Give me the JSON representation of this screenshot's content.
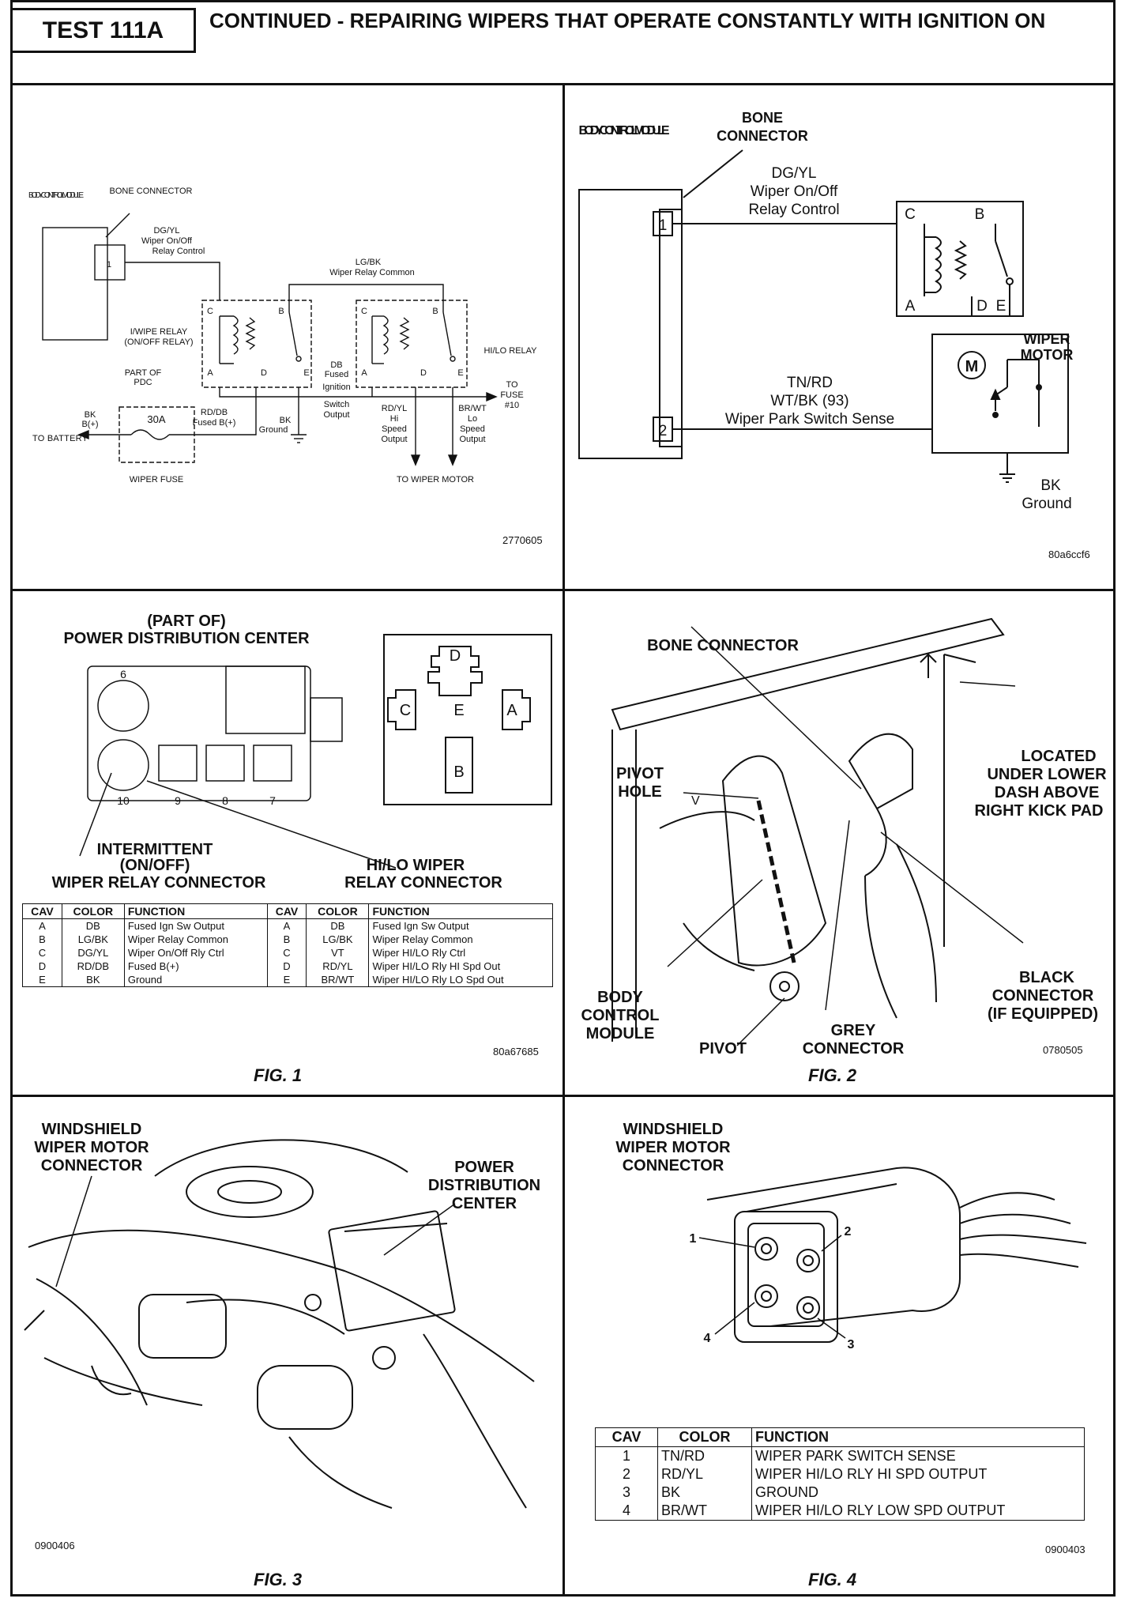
{
  "header": {
    "test_label": "TEST 111A",
    "title": "CONTINUED - REPAIRING WIPERS THAT OPERATE CONSTANTLY WITH IGNITION ON"
  },
  "schematic_left": {
    "labels": {
      "bcm": "BODY CONTROL MODULE",
      "bone_connector": "BONE CONNECTOR",
      "pin1": "1",
      "dgyl": "DG/YL",
      "wiper_onoff": "Wiper On/Off",
      "relay_control": "Relay Control",
      "lgbk": "LG/BK",
      "wiper_relay_common": "Wiper Relay Common",
      "iwipe_relay": "I/WIPE RELAY",
      "onoff_relay": "(ON/OFF RELAY)",
      "hilo_relay": "HI/LO RELAY",
      "part_of": "PART OF",
      "pdc": "PDC",
      "fuse_30a": "30A",
      "bk_plus": "BK",
      "bk_plus2": "B(+)",
      "rddb": "RD/DB",
      "fused_b": "Fused B(+)",
      "to_battery": "TO BATTERY",
      "wiper_fuse": "WIPER FUSE",
      "bk_ground": "BK",
      "ground": "Ground",
      "db": "DB",
      "fused": "Fused",
      "ignition": "Ignition",
      "switch": "Switch",
      "output": "Output",
      "rdyl": "RD/YL",
      "hi": "Hi",
      "speed": "Speed",
      "speed_output": "Output",
      "brwt": "BR/WT",
      "lo": "Lo",
      "to": "TO",
      "fuse": "FUSE",
      "fuse10": "#10",
      "to_wiper_motor": "TO WIPER MOTOR",
      "c": "C",
      "b": "B",
      "a": "A",
      "d": "D",
      "e": "E"
    },
    "code": "2770605"
  },
  "schematic_right": {
    "labels": {
      "bcm": "BODY CONTROL MODULE",
      "bone": "BONE",
      "connector": "CONNECTOR",
      "dgyl": "DG/YL",
      "wiper_onoff": "Wiper On/Off",
      "relay_control": "Relay Control",
      "pin1": "1",
      "pin2": "2",
      "wiper": "WIPER",
      "motor": "MOTOR",
      "m": "M",
      "tnrd": "TN/RD",
      "wtbk": "WT/BK (93)",
      "park_sense": "Wiper Park Switch Sense",
      "bk": "BK",
      "ground": "Ground",
      "c": "C",
      "b": "B",
      "a": "A",
      "d": "D",
      "e": "E"
    },
    "code": "80a6ccf6"
  },
  "fig1": {
    "label": "FIG. 1",
    "code": "80a67685",
    "part_of": "(PART OF)",
    "pdc": "POWER DISTRIBUTION CENTER",
    "intermittent": "INTERMITTENT",
    "onoff": "(ON/OFF)",
    "relay_conn": "WIPER RELAY CONNECTOR",
    "hilo": "HI/LO WIPER",
    "hilo_conn": "RELAY CONNECTOR",
    "slot_10": "10",
    "slot_9": "9",
    "slot_8": "8",
    "slot_7": "7",
    "slot_6": "6",
    "pins": [
      "D",
      "C",
      "E",
      "A",
      "B"
    ],
    "table_headers": [
      "CAV",
      "COLOR",
      "FUNCTION",
      "CAV",
      "COLOR",
      "FUNCTION"
    ],
    "rows": [
      [
        "A",
        "DB",
        "Fused Ign Sw Output",
        "A",
        "DB",
        "Fused Ign Sw Output"
      ],
      [
        "B",
        "LG/BK",
        "Wiper Relay Common",
        "B",
        "LG/BK",
        "Wiper Relay Common"
      ],
      [
        "C",
        "DG/YL",
        "Wiper On/Off Rly Ctrl",
        "C",
        "VT",
        "Wiper HI/LO Rly Ctrl"
      ],
      [
        "D",
        "RD/DB",
        "Fused B(+)",
        "D",
        "RD/YL",
        "Wiper HI/LO Rly HI Spd Out"
      ],
      [
        "E",
        "BK",
        "Ground",
        "E",
        "BR/WT",
        "Wiper HI/LO Rly LO Spd Out"
      ]
    ]
  },
  "fig2": {
    "label": "FIG. 2",
    "code": "0780505",
    "bone_connector": "BONE CONNECTOR",
    "pivot": "PIVOT",
    "hole": "HOLE",
    "located": "LOCATED",
    "under": "UNDER LOWER",
    "dash": "DASH ABOVE",
    "kick": "RIGHT KICK PAD",
    "black": "BLACK",
    "connector": "CONNECTOR",
    "if_equipped": "(IF EQUIPPED)",
    "body": "BODY",
    "control": "CONTROL",
    "module": "MODULE",
    "pivot2": "PIVOT",
    "grey": "GREY",
    "grey_conn": "CONNECTOR",
    "v": "V"
  },
  "fig3": {
    "label": "FIG. 3",
    "code": "0900406",
    "wipmot1": "WINDSHIELD",
    "wipmot2": "WIPER MOTOR",
    "wipmot3": "CONNECTOR",
    "pdc1": "POWER",
    "pdc2": "DISTRIBUTION",
    "pdc3": "CENTER"
  },
  "fig4": {
    "label": "FIG. 4",
    "code": "0900403",
    "t1": "WINDSHIELD",
    "t2": "WIPER MOTOR",
    "t3": "CONNECTOR",
    "p1": "1",
    "p2": "2",
    "p3": "3",
    "p4": "4",
    "table_headers": [
      "CAV",
      "COLOR",
      "FUNCTION"
    ],
    "rows": [
      [
        "1",
        "TN/RD",
        "WIPER PARK SWITCH SENSE"
      ],
      [
        "2",
        "RD/YL",
        "WIPER HI/LO RLY HI SPD OUTPUT"
      ],
      [
        "3",
        "BK",
        "GROUND"
      ],
      [
        "4",
        "BR/WT",
        "WIPER HI/LO RLY LOW SPD OUTPUT"
      ]
    ]
  }
}
